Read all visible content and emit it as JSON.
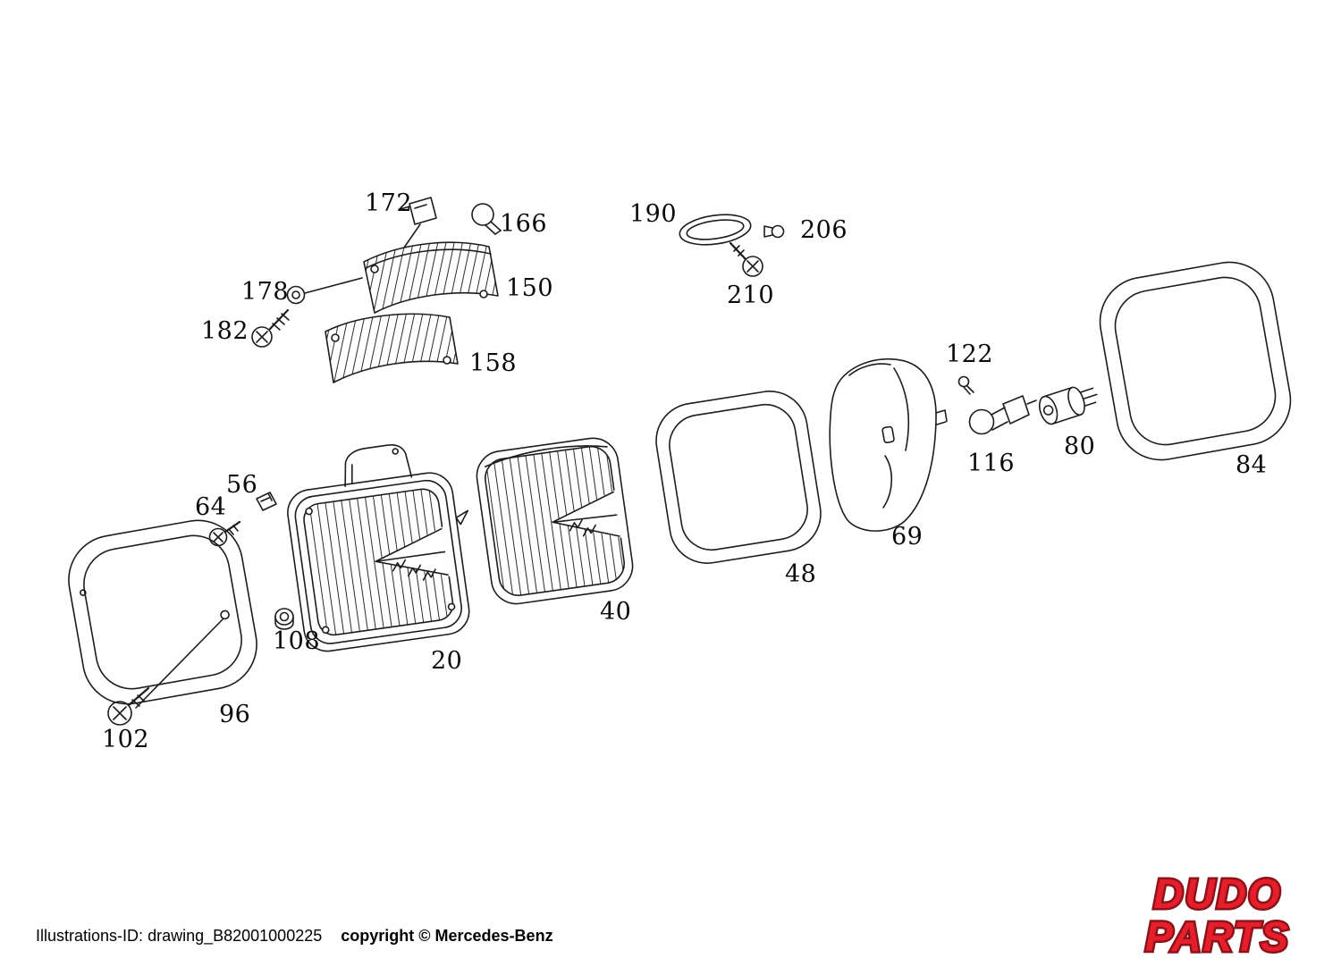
{
  "diagram": {
    "parts": [
      {
        "label": "172"
      },
      {
        "label": "166"
      },
      {
        "label": "190"
      },
      {
        "label": "206"
      },
      {
        "label": "178"
      },
      {
        "label": "150"
      },
      {
        "label": "210"
      },
      {
        "label": "182"
      },
      {
        "label": "158"
      },
      {
        "label": "122"
      },
      {
        "label": "80"
      },
      {
        "label": "116"
      },
      {
        "label": "84"
      },
      {
        "label": "56"
      },
      {
        "label": "64"
      },
      {
        "label": "69"
      },
      {
        "label": "48"
      },
      {
        "label": "40"
      },
      {
        "label": "108"
      },
      {
        "label": "20"
      },
      {
        "label": "96"
      },
      {
        "label": "102"
      }
    ]
  },
  "footer": {
    "illustrations_id_label": "Illustrations-ID:",
    "illustrations_id_value": "drawing_B82001000225",
    "copyright": "copyright © Mercedes-Benz"
  },
  "logo": {
    "line1": "DUDO",
    "line2": "PARTS",
    "fill_color": "#e41e2b",
    "outline_color": "#8e1219"
  }
}
